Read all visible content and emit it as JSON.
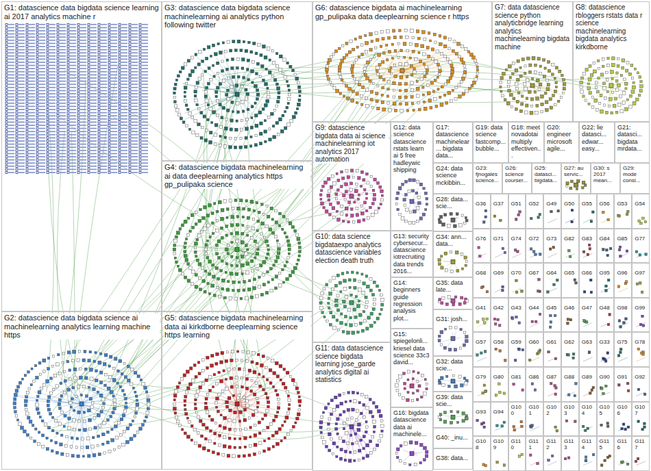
{
  "diagram": {
    "nodes": [
      {
        "text": [
          "G1: datascience data bigdata science learning ai 2017 analytics machine r"
        ]
      },
      {
        "text": [
          "G3: datascience data bigdata science machinelearning ai analytics python following twitter"
        ]
      },
      {
        "text": [
          "G6: datascience bigdata ai machinelearning gp_pulipaka data deeplearning science r https"
        ]
      },
      {
        "text": [
          "G7: data datascience science python analyticbridge learning analytics machinelearning bigdata machine"
        ]
      },
      {
        "text": [
          "G8: datascience rbloggers rstats data r science machinelearning bigdata analytics kirkdborne"
        ]
      },
      {
        "text": [
          "G9: datascience bigdata data ai science machinelearning iot analytics 2017 automation"
        ]
      },
      {
        "text": [
          "G12: data science datascience rstats learn ai 5 free hadleywic shipping"
        ]
      },
      {
        "text": [
          "G17: datascience machinelear... bigdata data..."
        ]
      },
      {
        "text": [
          "G19: data science fastcomp... bubble..."
        ]
      },
      {
        "text": [
          "G18: meet novadotai multiply effectiven..."
        ]
      },
      {
        "text": [
          "G20: engineer microsoft agile..."
        ]
      },
      {
        "text": [
          "G22: lie datasci... edwar... easy..."
        ]
      },
      {
        "text": [
          "G21: datasci... bigdata mrdata..."
        ]
      },
      {
        "text": [
          "G24: data science mckibbin..."
        ]
      },
      {
        "text": [
          "G23: fjnogales science..."
        ]
      },
      {
        "text": [
          "G26: science courser..."
        ]
      },
      {
        "text": [
          "G25: datasci... bigdata..."
        ]
      },
      {
        "text": [
          "G27: au servic..."
        ]
      },
      {
        "text": [
          "G30: s 2017 mean..."
        ]
      },
      {
        "text": [
          "G29: mode consi..."
        ]
      },
      {
        "text": [
          "G28: data... scie..."
        ]
      },
      {
        "text": [
          "G4: datascience bigdata machinelearning ai data deeplearning analytics https gp_pulipaka science"
        ]
      },
      {
        "text": [
          "G10: data science bigdataexpo analytics datascience variables election death truth"
        ]
      },
      {
        "text": [
          "G13: security cybersecur... datascience iotrecruiting data trends 2016..."
        ]
      },
      {
        "text": [
          "G34: ann... data..."
        ]
      },
      {
        "text": [
          "G14: beginners guide regression analysis plot..."
        ]
      },
      {
        "text": [
          "G35: data late..."
        ]
      },
      {
        "text": [
          "G31: josh..."
        ]
      },
      {
        "text": [
          "G15: spiegelonli... kriesel data science 33c3 david..."
        ]
      },
      {
        "text": [
          "G32: data scie..."
        ]
      },
      {
        "text": [
          "G11: data datascience science bigdata learning jose_garde analytics digital ai statistics"
        ]
      },
      {
        "text": [
          "G39: data scie..."
        ]
      },
      {
        "text": [
          "G16: bigdata datascience data ai machinele..."
        ]
      },
      {
        "text": [
          "G40: _inu..."
        ]
      },
      {
        "text": [
          "G38: data..."
        ]
      },
      {
        "text": [
          "G2: datascience data bigdata science ai machinelearning analytics learning machine https"
        ]
      },
      {
        "text": [
          "G5: datascience bigdata machinelearning data ai kirkdborne deeplearning science https learning"
        ]
      },
      {
        "text": [
          "G36"
        ]
      },
      {
        "text": [
          "G37"
        ]
      },
      {
        "text": [
          "G51"
        ]
      },
      {
        "text": [
          "G52"
        ]
      },
      {
        "text": [
          "G49"
        ]
      },
      {
        "text": [
          "G50"
        ]
      },
      {
        "text": [
          "G55"
        ]
      },
      {
        "text": [
          "G56"
        ]
      },
      {
        "text": [
          "G53"
        ]
      },
      {
        "text": [
          "G54"
        ]
      },
      {
        "text": [
          "G76"
        ]
      },
      {
        "text": [
          "G71"
        ]
      },
      {
        "text": [
          "G74"
        ]
      },
      {
        "text": [
          "G72"
        ]
      },
      {
        "text": [
          "G73"
        ]
      },
      {
        "text": [
          "G82"
        ]
      },
      {
        "text": [
          "G83"
        ]
      },
      {
        "text": [
          "G84"
        ]
      },
      {
        "text": [
          "G85"
        ]
      },
      {
        "text": [
          "G77"
        ]
      },
      {
        "text": [
          "G68"
        ]
      },
      {
        "text": [
          "G69"
        ]
      },
      {
        "text": [
          "G70"
        ]
      },
      {
        "text": [
          "G67"
        ]
      },
      {
        "text": [
          "G64"
        ]
      },
      {
        "text": [
          "G65"
        ]
      },
      {
        "text": [
          "G66"
        ]
      },
      {
        "text": [
          "G95"
        ]
      },
      {
        "text": [
          "G96"
        ]
      },
      {
        "text": [
          "G97"
        ]
      },
      {
        "text": [
          "G41"
        ]
      },
      {
        "text": [
          "G42"
        ]
      },
      {
        "text": [
          "G43"
        ]
      },
      {
        "text": [
          "G44"
        ]
      },
      {
        "text": [
          "G45"
        ]
      },
      {
        "text": [
          "G46"
        ]
      },
      {
        "text": [
          "G47"
        ]
      },
      {
        "text": [
          "G48"
        ]
      },
      {
        "text": [
          "G98"
        ]
      },
      {
        "text": [
          "G99"
        ]
      },
      {
        "text": [
          "G57"
        ]
      },
      {
        "text": [
          "G58"
        ]
      },
      {
        "text": [
          "G59"
        ]
      },
      {
        "text": [
          "G60"
        ]
      },
      {
        "text": [
          "G61"
        ]
      },
      {
        "text": [
          "G62"
        ]
      },
      {
        "text": [
          "G63"
        ]
      },
      {
        "text": [
          "G33"
        ]
      },
      {
        "text": [
          "G75"
        ]
      },
      {
        "text": [
          "G78"
        ]
      },
      {
        "text": [
          "G79"
        ]
      },
      {
        "text": [
          "G80"
        ]
      },
      {
        "text": [
          "G81"
        ]
      },
      {
        "text": [
          "G86"
        ]
      },
      {
        "text": [
          "G87"
        ]
      },
      {
        "text": [
          "G88"
        ]
      },
      {
        "text": [
          "G89"
        ]
      },
      {
        "text": [
          "G90"
        ]
      },
      {
        "text": [
          "G91"
        ]
      },
      {
        "text": [
          "G92"
        ]
      },
      {
        "text": [
          "G93"
        ]
      },
      {
        "text": [
          "G94"
        ]
      },
      {
        "text": [
          "G100"
        ]
      },
      {
        "text": [
          "G101"
        ]
      },
      {
        "text": [
          "G102"
        ]
      },
      {
        "text": [
          "G103"
        ]
      },
      {
        "text": [
          "G104"
        ]
      },
      {
        "text": [
          "G105"
        ]
      },
      {
        "text": [
          "G106"
        ]
      },
      {
        "text": [
          "G107"
        ]
      },
      {
        "text": [
          "G108"
        ]
      },
      {
        "text": [
          "G109"
        ]
      },
      {
        "text": [
          "G110"
        ]
      },
      {
        "text": [
          "G111"
        ]
      },
      {
        "text": [
          "G112"
        ]
      },
      {
        "text": [
          "G113"
        ]
      },
      {
        "text": [
          "G114"
        ]
      },
      {
        "text": [
          "G115"
        ]
      },
      {
        "text": [
          "G116"
        ]
      },
      {
        "text": [
          "G117"
        ]
      }
    ]
  }
}
